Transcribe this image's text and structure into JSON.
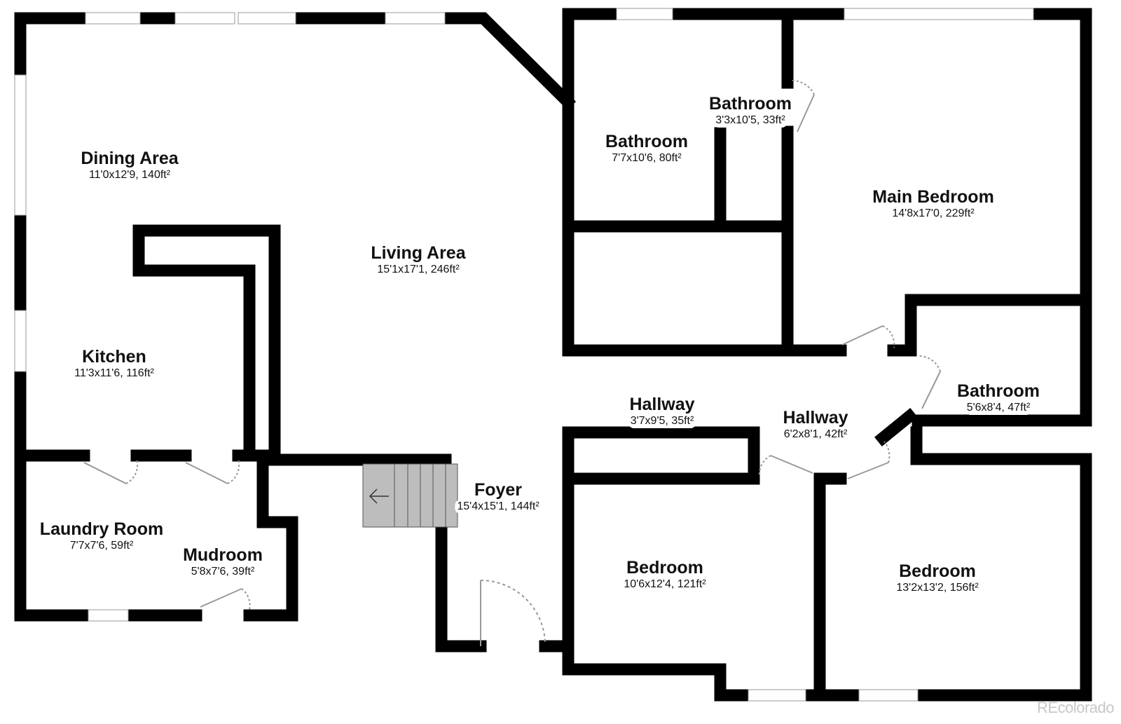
{
  "rooms": {
    "dining": {
      "name": "Dining Area",
      "dims": "11'0x12'9, 140ft²"
    },
    "living": {
      "name": "Living Area",
      "dims": "15'1x17'1, 246ft²"
    },
    "kitchen": {
      "name": "Kitchen",
      "dims": "11'3x11'6, 116ft²"
    },
    "laundry": {
      "name": "Laundry Room",
      "dims": "7'7x7'6, 59ft²"
    },
    "mudroom": {
      "name": "Mudroom",
      "dims": "5'8x7'6, 39ft²"
    },
    "foyer": {
      "name": "Foyer",
      "dims": "15'4x15'1, 144ft²"
    },
    "bath1": {
      "name": "Bathroom",
      "dims": "7'7x10'6, 80ft²"
    },
    "bath2": {
      "name": "Bathroom",
      "dims": "3'3x10'5, 33ft²"
    },
    "main_bedroom": {
      "name": "Main Bedroom",
      "dims": "14'8x17'0, 229ft²"
    },
    "bath3": {
      "name": "Bathroom",
      "dims": "5'6x8'4, 47ft²"
    },
    "hallway1": {
      "name": "Hallway",
      "dims": "3'7x9'5, 35ft²"
    },
    "hallway2": {
      "name": "Hallway",
      "dims": "6'2x8'1, 42ft²"
    },
    "bedroom1": {
      "name": "Bedroom",
      "dims": "10'6x12'4, 121ft²"
    },
    "bedroom2": {
      "name": "Bedroom",
      "dims": "13'2x13'2, 156ft²"
    }
  },
  "watermark": "REcolorado",
  "colors": {
    "wall": "#000000",
    "stairs": "#bdbdbd",
    "door_arc": "#999999",
    "window": "#ffffff"
  }
}
